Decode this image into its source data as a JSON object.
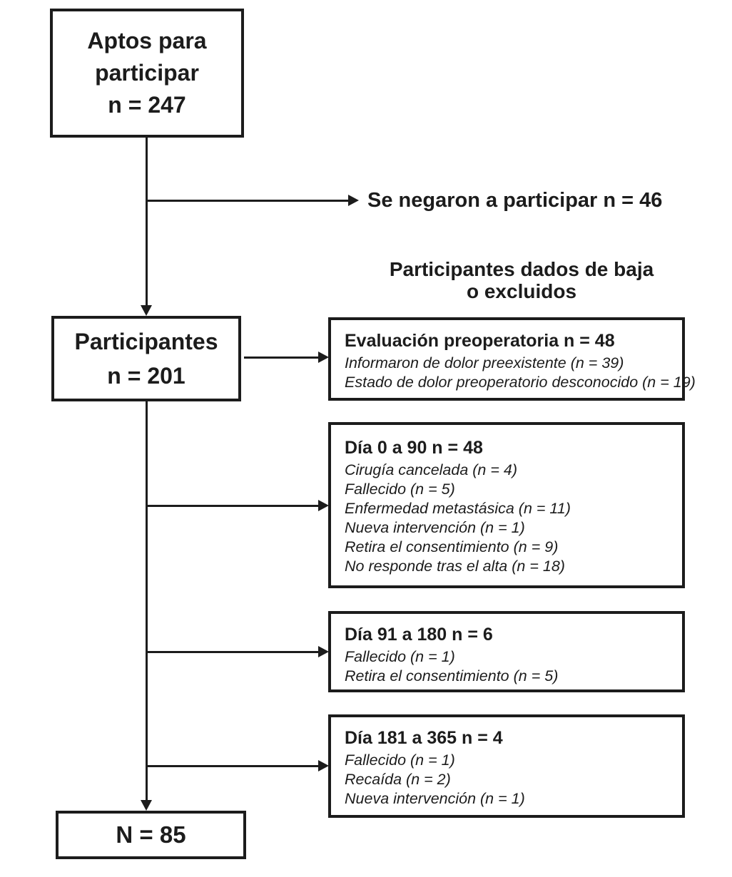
{
  "boxes": {
    "eligible": {
      "line1": "Aptos para",
      "line2": "participar",
      "count": "n = 247"
    },
    "refused_label": "Se negaron a participar n = 46",
    "excluded_header": {
      "line1": "Participantes dados de baja",
      "line2": "o excluidos"
    },
    "participants": {
      "line1": "Participantes",
      "count": "n = 201"
    },
    "preop": {
      "title": "Evaluación preoperatoria n = 48",
      "items": [
        "Informaron de dolor preexistente (n = 39)",
        "Estado de dolor preoperatorio desconocido (n = 19)"
      ]
    },
    "day_0_90": {
      "title": "Día 0 a 90 n = 48",
      "items": [
        "Cirugía cancelada (n = 4)",
        "Fallecido (n = 5)",
        "Enfermedad metastásica (n = 11)",
        "Nueva intervención (n = 1)",
        "Retira el consentimiento (n = 9)",
        "No responde tras el alta (n = 18)"
      ]
    },
    "day_91_180": {
      "title": "Día 91 a 180 n = 6",
      "items": [
        "Fallecido (n = 1)",
        "Retira el consentimiento (n = 5)"
      ]
    },
    "day_181_365": {
      "title": "Día 181 a 365 n = 4",
      "items": [
        "Fallecido (n = 1)",
        "Recaída (n = 2)",
        "Nueva intervención (n = 1)"
      ]
    },
    "final": {
      "count": "N = 85"
    }
  },
  "colors": {
    "line": "#1c1c1c",
    "background": "#ffffff"
  }
}
